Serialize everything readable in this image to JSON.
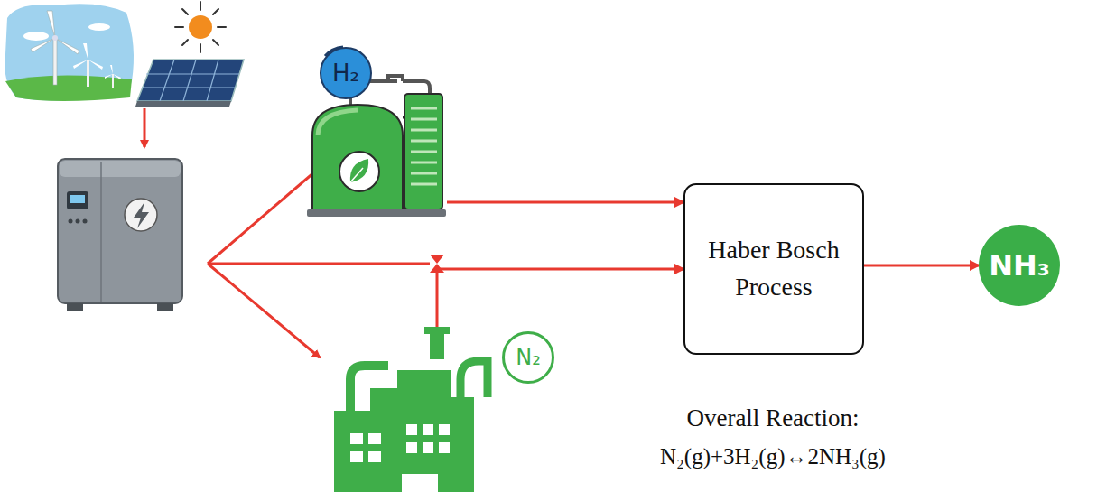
{
  "diagram": {
    "nodes": [
      {
        "text": [
          "H₂"
        ]
      },
      {
        "text": [
          "N₂"
        ]
      },
      {
        "text": [
          "Haber Bosch Process"
        ]
      },
      {
        "text": [
          "NH₃"
        ]
      }
    ],
    "edges": [
      {
        "from": 0,
        "to": 2,
        "arrow": "to"
      },
      {
        "from": 1,
        "to": 2,
        "arrow": "to"
      },
      {
        "from": 2,
        "to": 3,
        "arrow": "to"
      }
    ],
    "labels": [
      "Overall Reaction:",
      "N₂(g)+3H₂(g)↔2NH₃(g)"
    ]
  }
}
